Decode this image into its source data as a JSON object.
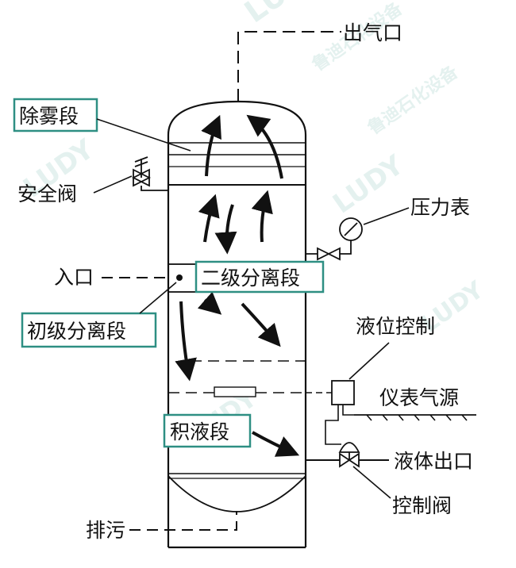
{
  "labels": {
    "gas_outlet": "出气口",
    "mist_section": "除雾段",
    "safety_valve": "安全阀",
    "pressure_gauge": "压力表",
    "inlet": "入口",
    "secondary_separation": "二级分离段",
    "primary_separation": "初级分离段",
    "level_control": "液位控制",
    "instrument_air": "仪表气源",
    "liquid_accumulation": "积液段",
    "liquid_outlet": "液体出口",
    "control_valve": "控制阀",
    "drain": "排污"
  },
  "watermark": {
    "brand": "LUDY",
    "brand_cn": "鲁迪石化设备",
    "color": "#cfe7e3"
  },
  "colors": {
    "box_border": "#2e8f83",
    "line": "#111111"
  }
}
